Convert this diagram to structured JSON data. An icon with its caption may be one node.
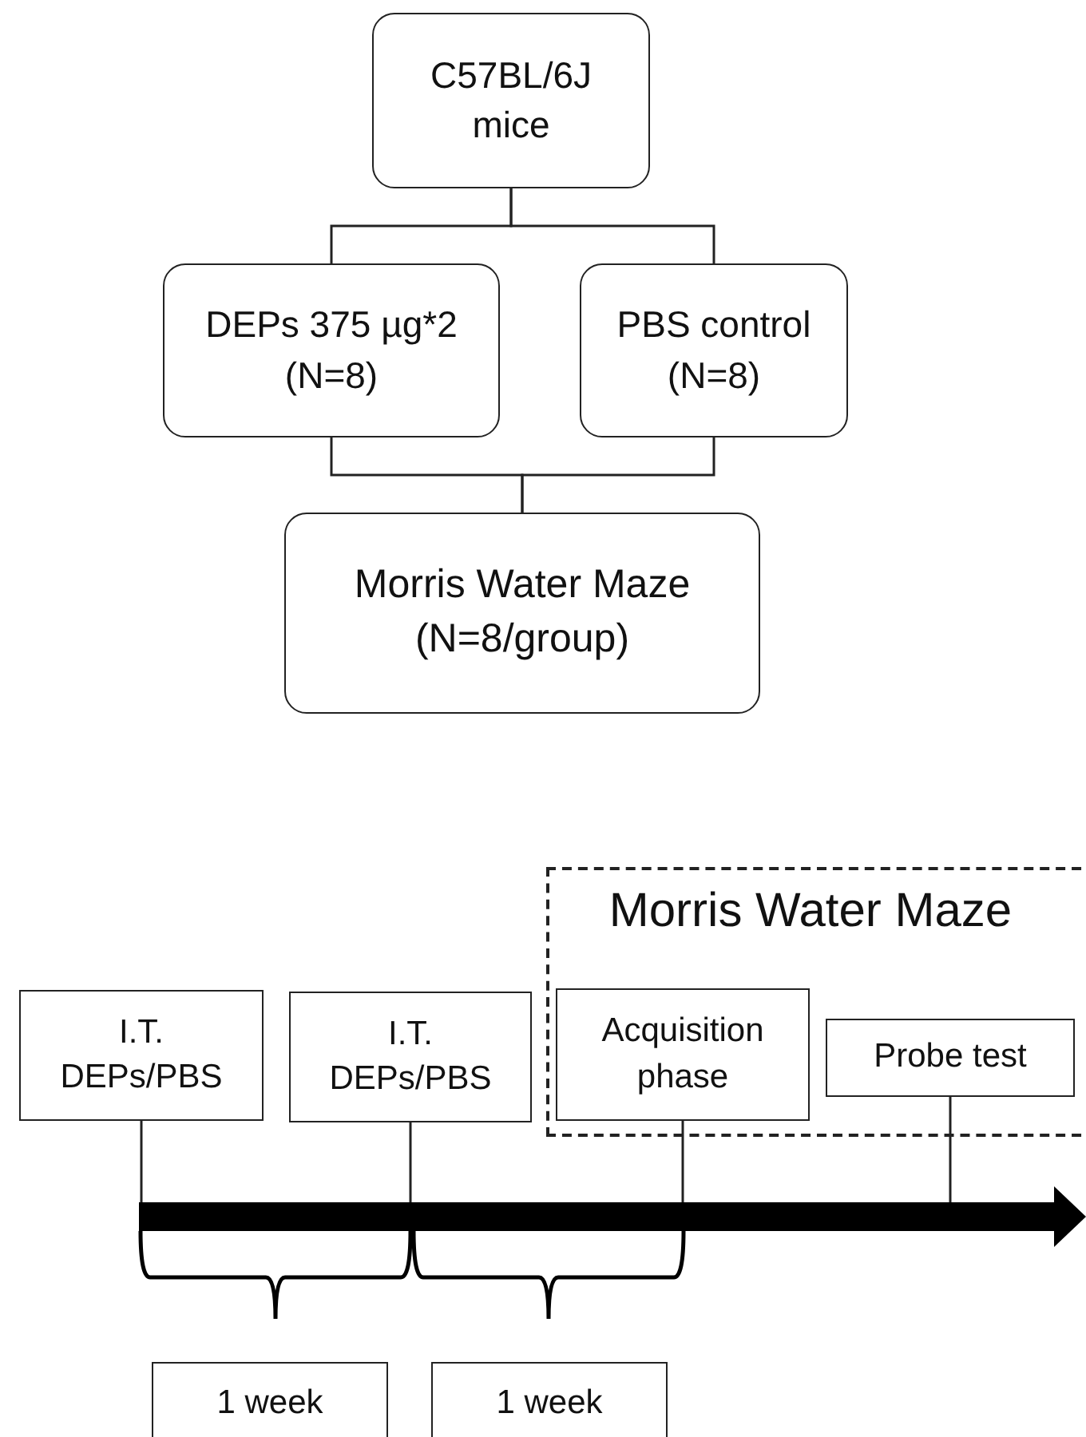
{
  "diagram": {
    "nodes": [
      {
        "text": [
          "C57BL/6J mice"
        ]
      },
      {
        "text": [
          "DEPs 375 µg*2 (N=8)"
        ]
      },
      {
        "text": [
          "PBS control (N=8)"
        ]
      },
      {
        "text": [
          "Morris Water Maze (N=8/group)"
        ]
      },
      {
        "text": [
          "I.T. DEPs/PBS"
        ]
      },
      {
        "text": [
          "I.T. DEPs/PBS"
        ]
      },
      {
        "text": [
          "Morris Water Maze"
        ]
      },
      {
        "text": [
          "Acquisition phase"
        ],
        "in": 6
      },
      {
        "text": [
          "Probe test"
        ],
        "in": 6
      },
      {
        "text": [
          "1 week"
        ]
      },
      {
        "text": [
          "1 week"
        ]
      }
    ],
    "edges": [
      {
        "from": 0,
        "to": 1,
        "arrow": "none"
      },
      {
        "from": 0,
        "to": 2,
        "arrow": "none"
      },
      {
        "from": 1,
        "to": 3,
        "arrow": "none"
      },
      {
        "from": 2,
        "to": 3,
        "arrow": "none"
      },
      {
        "from": 4,
        "to": null,
        "arrow": "none"
      },
      {
        "from": 5,
        "to": null,
        "arrow": "none"
      },
      {
        "from": 7,
        "to": null,
        "arrow": "none"
      },
      {
        "from": 8,
        "to": null,
        "arrow": "none"
      }
    ]
  }
}
